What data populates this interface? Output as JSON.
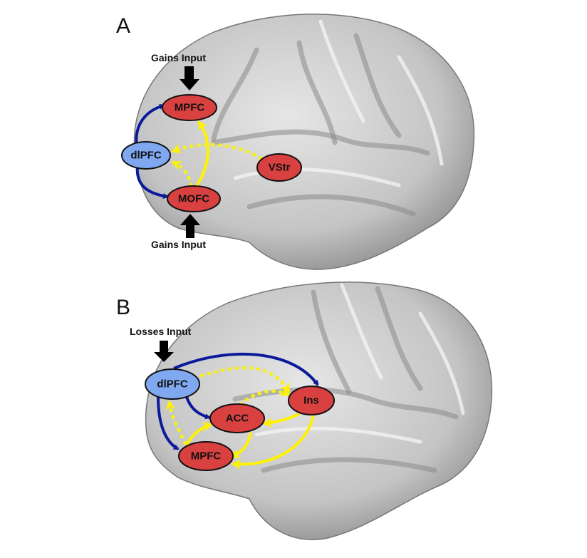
{
  "panels": {
    "a": {
      "letter": "A",
      "input_top": "Gains Input",
      "input_bottom": "Gains Input",
      "nodes": {
        "mpfc": "MPFC",
        "dlpfc": "dlPFC",
        "mofc": "MOFC",
        "vstr": "VStr"
      }
    },
    "b": {
      "letter": "B",
      "input_top": "Losses Input",
      "nodes": {
        "dlpfc": "dlPFC",
        "acc": "ACC",
        "ins": "Ins",
        "mpfc": "MPFC"
      }
    }
  },
  "colors": {
    "region": "#d94040",
    "dlpfc": "#7fa8f0",
    "inhibitory": "#0a1a9a",
    "excitatory": "#fff200"
  }
}
